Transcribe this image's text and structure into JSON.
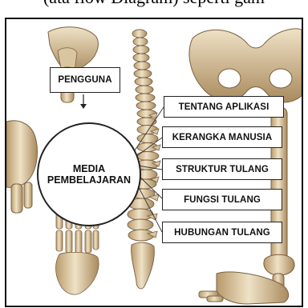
{
  "header_fragment": "(ata flow Diagram) seperti gam",
  "diagram": {
    "source_label": "PENGGUNA",
    "hub_label_line1": "MEDIA",
    "hub_label_line2": "PEMBELAJARAN",
    "menu_items": [
      "TENTANG APLIKASI",
      "KERANGKA MANUSIA",
      "STRUKTUR TULANG",
      "FUNGSI TULANG",
      "HUBUNGAN TULANG"
    ]
  },
  "colors": {
    "bone": "#e8d9bd",
    "bone_shade": "#b89a6c",
    "bone_dark": "#7a6040",
    "border": "#111111"
  }
}
